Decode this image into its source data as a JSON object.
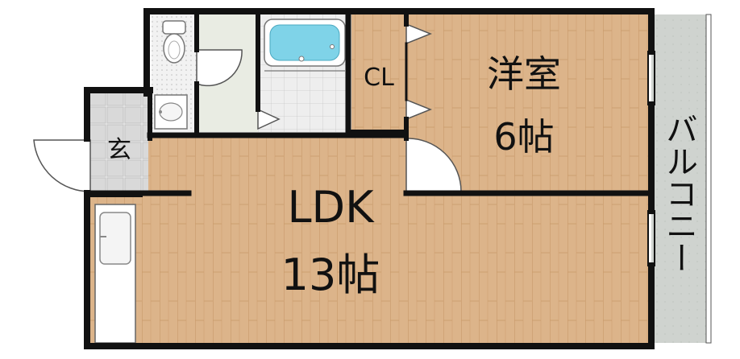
{
  "floorplan": {
    "rooms": {
      "western_room": {
        "name": "洋室",
        "size": "6帖"
      },
      "ldk": {
        "name": "LDK",
        "size": "13帖"
      },
      "closet": {
        "name": "CL"
      },
      "entrance": {
        "name": "玄"
      },
      "balcony": {
        "name": "バルコニー"
      }
    },
    "colors": {
      "wood_floor": "#dcb48a",
      "wood_plank_line": "#c99a6a",
      "wall": "#111111",
      "tile_floor": "#e6e6e6",
      "balcony_floor": "#cfd3cf",
      "bath_water": "#7fd3e8"
    }
  }
}
